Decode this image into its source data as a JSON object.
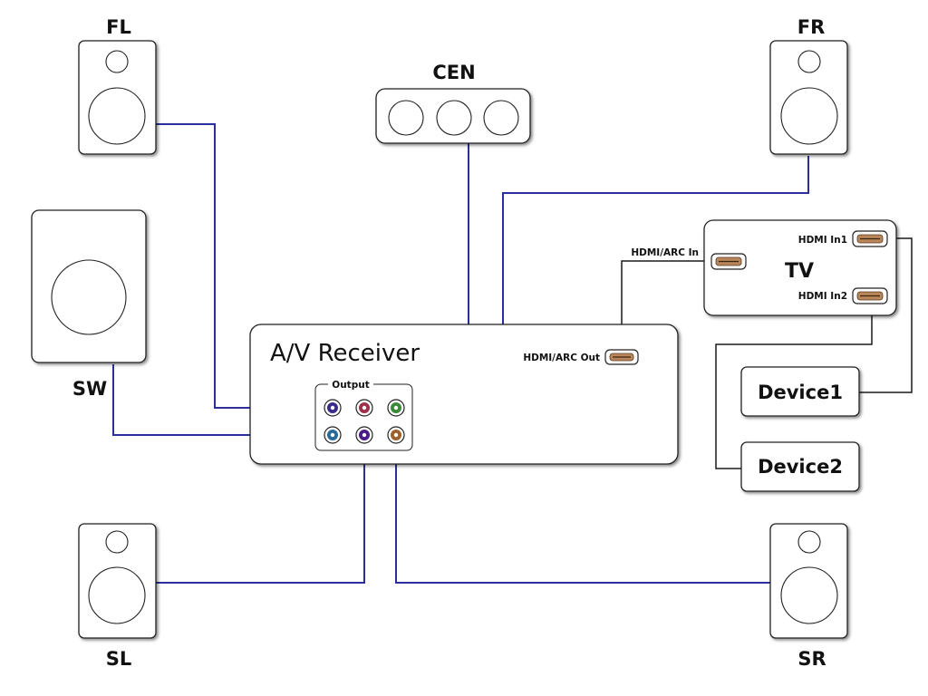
{
  "speakers": {
    "fl": "FL",
    "fr": "FR",
    "cen": "CEN",
    "sw": "SW",
    "sl": "SL",
    "sr": "SR"
  },
  "receiver": {
    "title": "A/V Receiver",
    "output_label": "Output",
    "hdmi_out_label": "HDMI/ARC Out"
  },
  "tv": {
    "title": "TV",
    "hdmi_arc_in_label": "HDMI/ARC In",
    "hdmi_in1_label": "HDMI In1",
    "hdmi_in2_label": "HDMI In2"
  },
  "devices": {
    "device1": "Device1",
    "device2": "Device2"
  },
  "colors": {
    "speaker_wire": "#2b2f9e",
    "hdmi_wire": "#1a1a1a",
    "jack_fl": "#3a2a8a",
    "jack_cen": "#a0304a",
    "jack_fr": "#3a8a3a",
    "jack_sw": "#2a6a9a",
    "jack_sl": "#4a1a8a",
    "jack_sr": "#a0602a",
    "hdmi_port": "#b8865a"
  }
}
